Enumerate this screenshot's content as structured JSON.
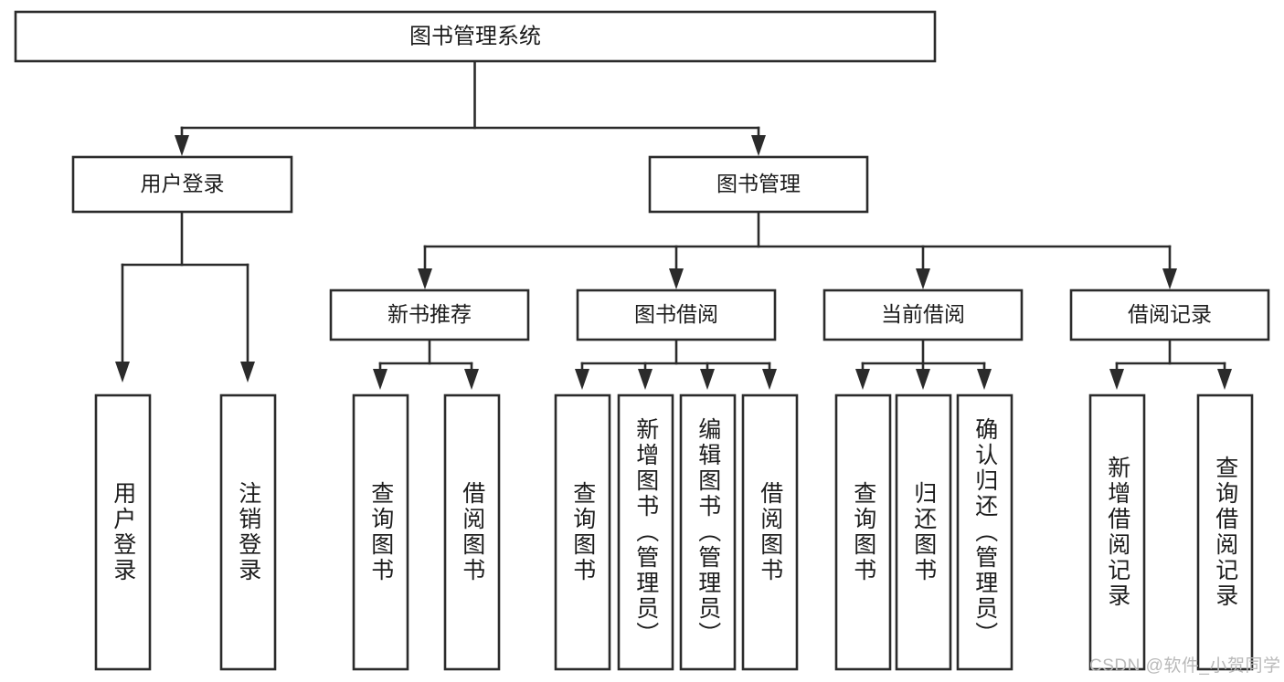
{
  "diagram": {
    "type": "tree-hierarchy-chart",
    "title": "图书管理系统",
    "orientation": "top-down",
    "colors": {
      "box_stroke": "#2b2b2b",
      "box_fill": "#ffffff",
      "connector": "#2b2b2b",
      "text": "#1c1c1c",
      "watermark": "#b9b9b9",
      "background": "#ffffff"
    },
    "root": {
      "id": "root",
      "label": "图书管理系统",
      "level": 0
    },
    "level1": [
      {
        "id": "user-login",
        "label": "用户登录",
        "level": 1
      },
      {
        "id": "book-management",
        "label": "图书管理",
        "level": 1
      }
    ],
    "level2": [
      {
        "id": "new-book-recommend",
        "label": "新书推荐",
        "level": 2,
        "parent": "book-management"
      },
      {
        "id": "book-borrow",
        "label": "图书借阅",
        "level": 2,
        "parent": "book-management"
      },
      {
        "id": "current-borrow",
        "label": "当前借阅",
        "level": 2,
        "parent": "book-management"
      },
      {
        "id": "borrow-record",
        "label": "借阅记录",
        "level": 2,
        "parent": "book-management"
      }
    ],
    "leaves": [
      {
        "id": "leaf-user-login",
        "label": "用户登录",
        "parent": "user-login"
      },
      {
        "id": "leaf-logout-login",
        "label": "注销登录",
        "parent": "user-login"
      },
      {
        "id": "leaf-query-book-1",
        "label": "查询图书",
        "parent": "new-book-recommend"
      },
      {
        "id": "leaf-borrow-book-1",
        "label": "借阅图书",
        "parent": "new-book-recommend"
      },
      {
        "id": "leaf-query-book-2",
        "label": "查询图书",
        "parent": "book-borrow"
      },
      {
        "id": "leaf-add-book",
        "label": "新增图书（管理员）",
        "parent": "book-borrow"
      },
      {
        "id": "leaf-edit-book",
        "label": "编辑图书（管理员）",
        "parent": "book-borrow"
      },
      {
        "id": "leaf-borrow-book-2",
        "label": "借阅图书",
        "parent": "book-borrow"
      },
      {
        "id": "leaf-query-book-3",
        "label": "查询图书",
        "parent": "current-borrow"
      },
      {
        "id": "leaf-return-book",
        "label": "归还图书",
        "parent": "current-borrow"
      },
      {
        "id": "leaf-confirm-return",
        "label": "确认归还（管理员）",
        "parent": "current-borrow"
      },
      {
        "id": "leaf-add-record",
        "label": "新增借阅记录",
        "parent": "borrow-record"
      },
      {
        "id": "leaf-query-record",
        "label": "查询借阅记录",
        "parent": "borrow-record"
      }
    ]
  },
  "watermark": {
    "text": "CSDN @软件_小贺同学"
  }
}
